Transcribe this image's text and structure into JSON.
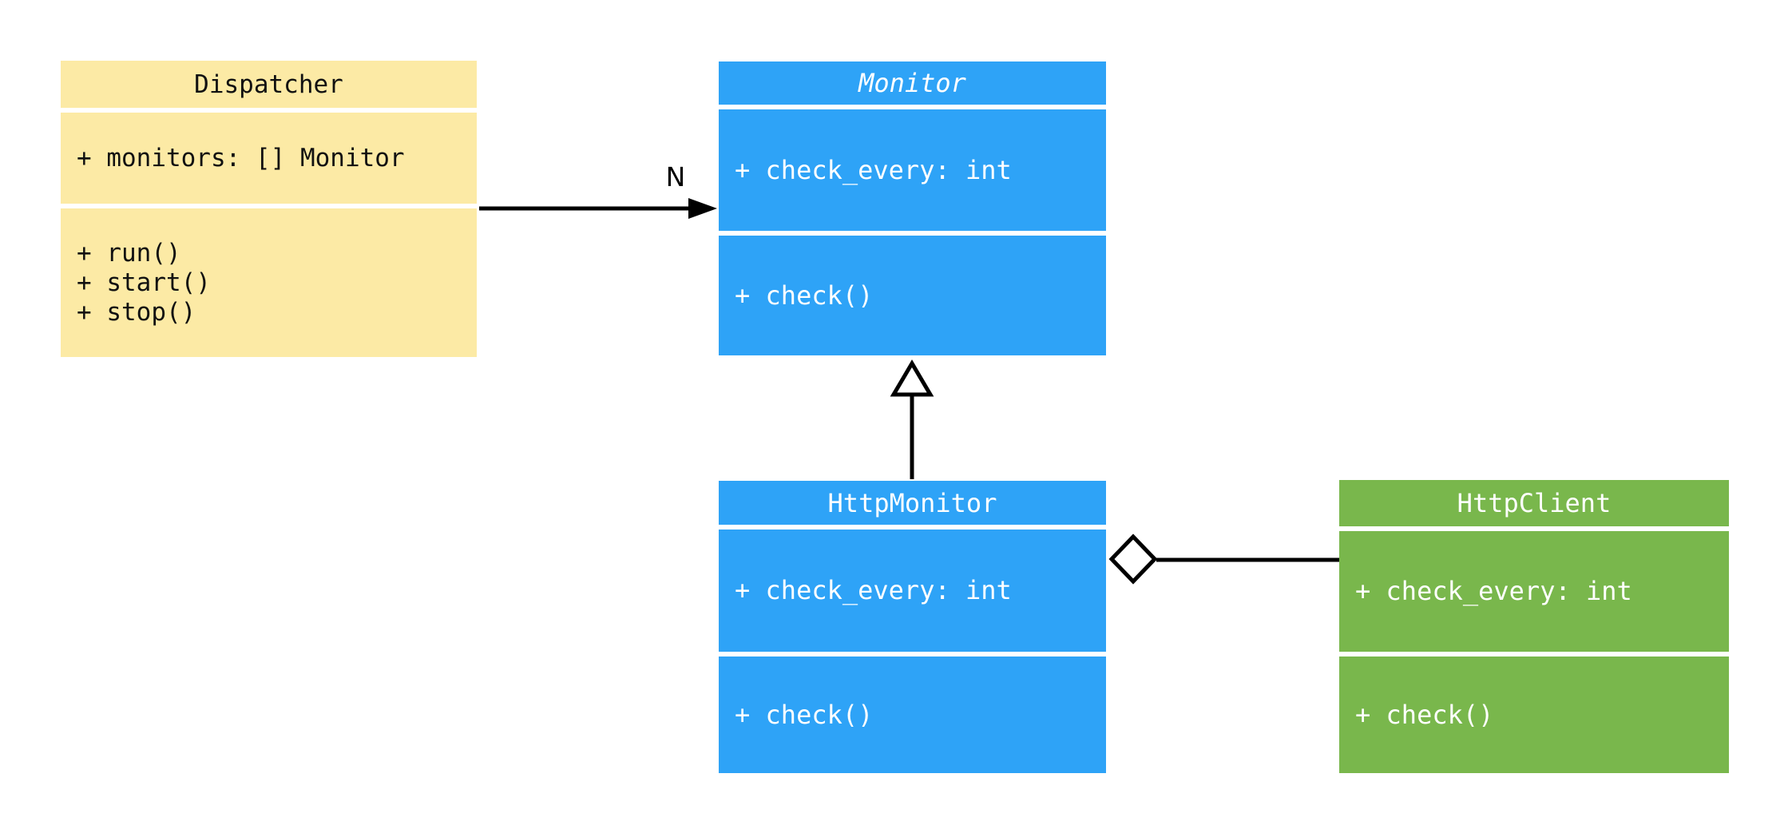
{
  "diagram": {
    "kind": "uml-class-diagram",
    "colors": {
      "background": "#FFFFFF",
      "class_yellow": "#FCEAA5",
      "class_blue": "#2EA3F7",
      "class_green": "#79B74C",
      "connector": "#000000",
      "text_on_yellow": "#111111",
      "text_on_color": "#FFFFFF"
    },
    "classes": [
      {
        "name": "Dispatcher",
        "abstract": false,
        "fill": "#FCEAA5",
        "attributes": [
          "+ monitors: [] Monitor"
        ],
        "methods": [
          "+ run()",
          "+ start()",
          "+ stop()"
        ]
      },
      {
        "name": "Monitor",
        "abstract": true,
        "fill": "#2EA3F7",
        "attributes": [
          "+ check_every: int"
        ],
        "methods": [
          "+ check()"
        ]
      },
      {
        "name": "HttpMonitor",
        "abstract": false,
        "fill": "#2EA3F7",
        "attributes": [
          "+ check_every: int"
        ],
        "methods": [
          "+ check()"
        ]
      },
      {
        "name": "HttpClient",
        "abstract": false,
        "fill": "#79B74C",
        "attributes": [
          "+ check_every: int"
        ],
        "methods": [
          "+ check()"
        ]
      }
    ],
    "relationships": [
      {
        "from": "Dispatcher",
        "to": "Monitor",
        "type": "association-arrow",
        "label": "N"
      },
      {
        "from": "HttpMonitor",
        "to": "Monitor",
        "type": "inheritance",
        "label": ""
      },
      {
        "from": "HttpMonitor",
        "to": "HttpClient",
        "type": "aggregation",
        "label": ""
      }
    ]
  }
}
